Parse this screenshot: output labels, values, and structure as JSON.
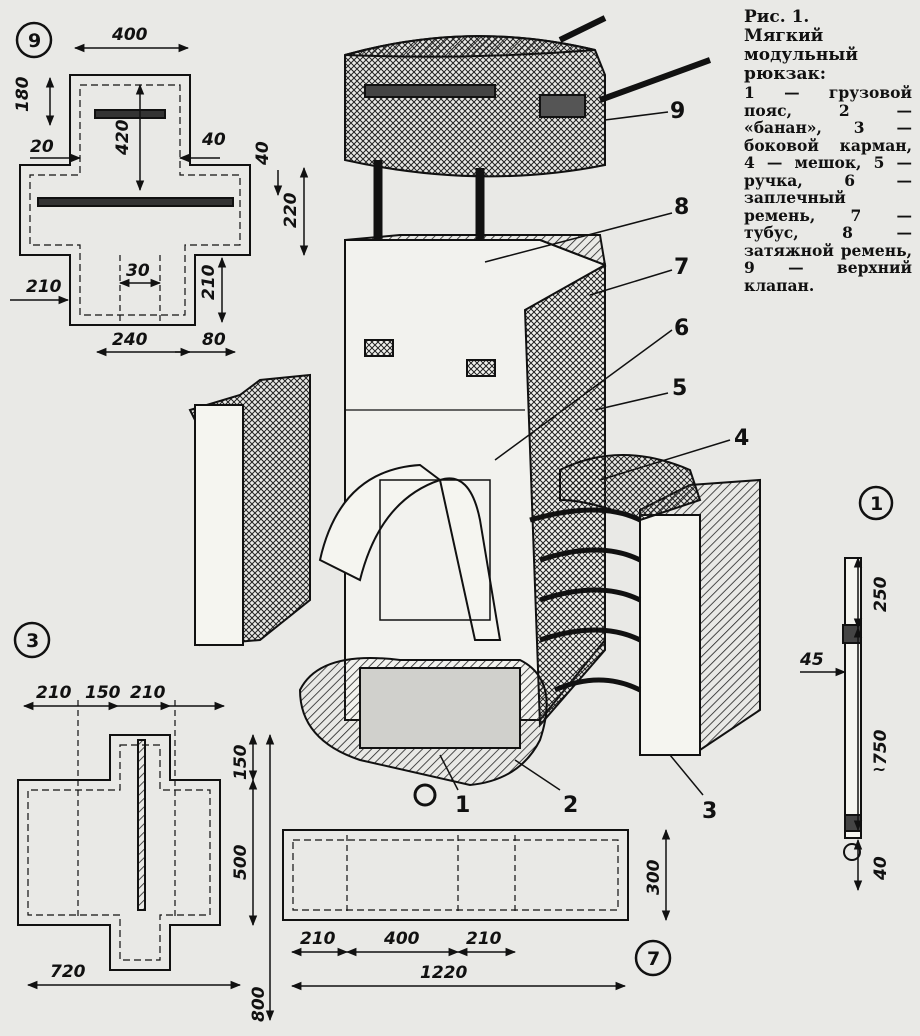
{
  "caption": {
    "fig": "Рис. 1.",
    "title": "Мягкий модульный рюкзак:",
    "legend": "1 — грузовой пояс, 2 — «банан», 3 — боковой карман, 4 — мешок, 5 — ручка, 6 — заплечный ремень, 7 — тубус, 8 — затяжной ремень, 9 — верхний клапан."
  },
  "callouts": [
    "1",
    "2",
    "3",
    "4",
    "5",
    "6",
    "7",
    "8",
    "9"
  ],
  "views": {
    "v9": {
      "mark": "9",
      "dims": [
        "400",
        "180",
        "20",
        "420",
        "40",
        "40",
        "220",
        "210",
        "30",
        "210",
        "240",
        "80"
      ]
    },
    "v1": {
      "mark": "1",
      "dims": [
        "250",
        "45",
        "750",
        "~",
        "40"
      ]
    },
    "v3": {
      "mark": "3",
      "dims": [
        "210",
        "150",
        "210",
        "150",
        "500",
        "720",
        "800"
      ]
    },
    "v7": {
      "mark": "7",
      "dims": [
        "300",
        "210",
        "400",
        "210",
        "1220"
      ]
    }
  },
  "colors": {
    "paper": "#e9e9e6",
    "ink": "#111111"
  }
}
